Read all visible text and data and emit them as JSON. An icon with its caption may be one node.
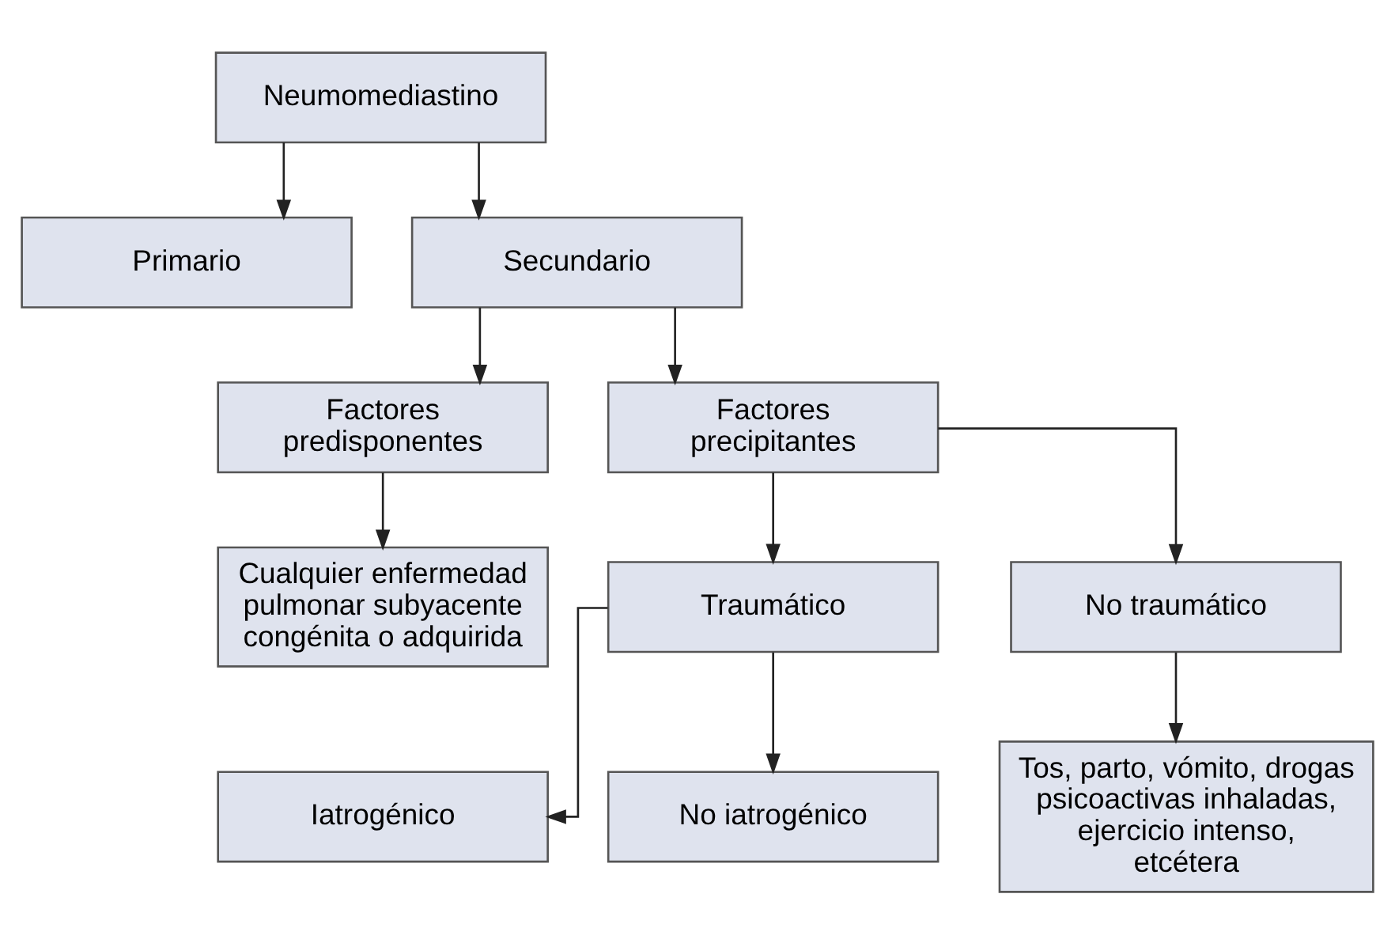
{
  "diagram": {
    "nodes": [
      {
        "text": [
          "Neumomediastino"
        ]
      },
      {
        "text": [
          "Primario"
        ]
      },
      {
        "text": [
          "Secundario"
        ]
      },
      {
        "text": [
          "Factores predisponentes"
        ]
      },
      {
        "text": [
          "Factores precipitantes"
        ]
      },
      {
        "text": [
          "Cualquier enfermedad pulmonar subyacente congénita o adquirida"
        ]
      },
      {
        "text": [
          "Traumático"
        ]
      },
      {
        "text": [
          "No traumático"
        ]
      },
      {
        "text": [
          "Iatrogénico"
        ]
      },
      {
        "text": [
          "No iatrogénico"
        ]
      },
      {
        "text": [
          "Tos, parto, vómito, drogas psicoactivas inhaladas, ejercicio intenso, etcétera"
        ]
      }
    ],
    "edges": [
      {
        "from": 0,
        "to": 1,
        "arrow": "to"
      },
      {
        "from": 0,
        "to": 2,
        "arrow": "to"
      },
      {
        "from": 2,
        "to": 3,
        "arrow": "to"
      },
      {
        "from": 2,
        "to": 4,
        "arrow": "to"
      },
      {
        "from": 3,
        "to": 5,
        "arrow": "to"
      },
      {
        "from": 4,
        "to": 6,
        "arrow": "to"
      },
      {
        "from": 4,
        "to": 7,
        "arrow": "to"
      },
      {
        "from": 6,
        "to": 8,
        "arrow": "to"
      },
      {
        "from": 6,
        "to": 9,
        "arrow": "to"
      },
      {
        "from": 7,
        "to": 10,
        "arrow": "to"
      }
    ]
  }
}
